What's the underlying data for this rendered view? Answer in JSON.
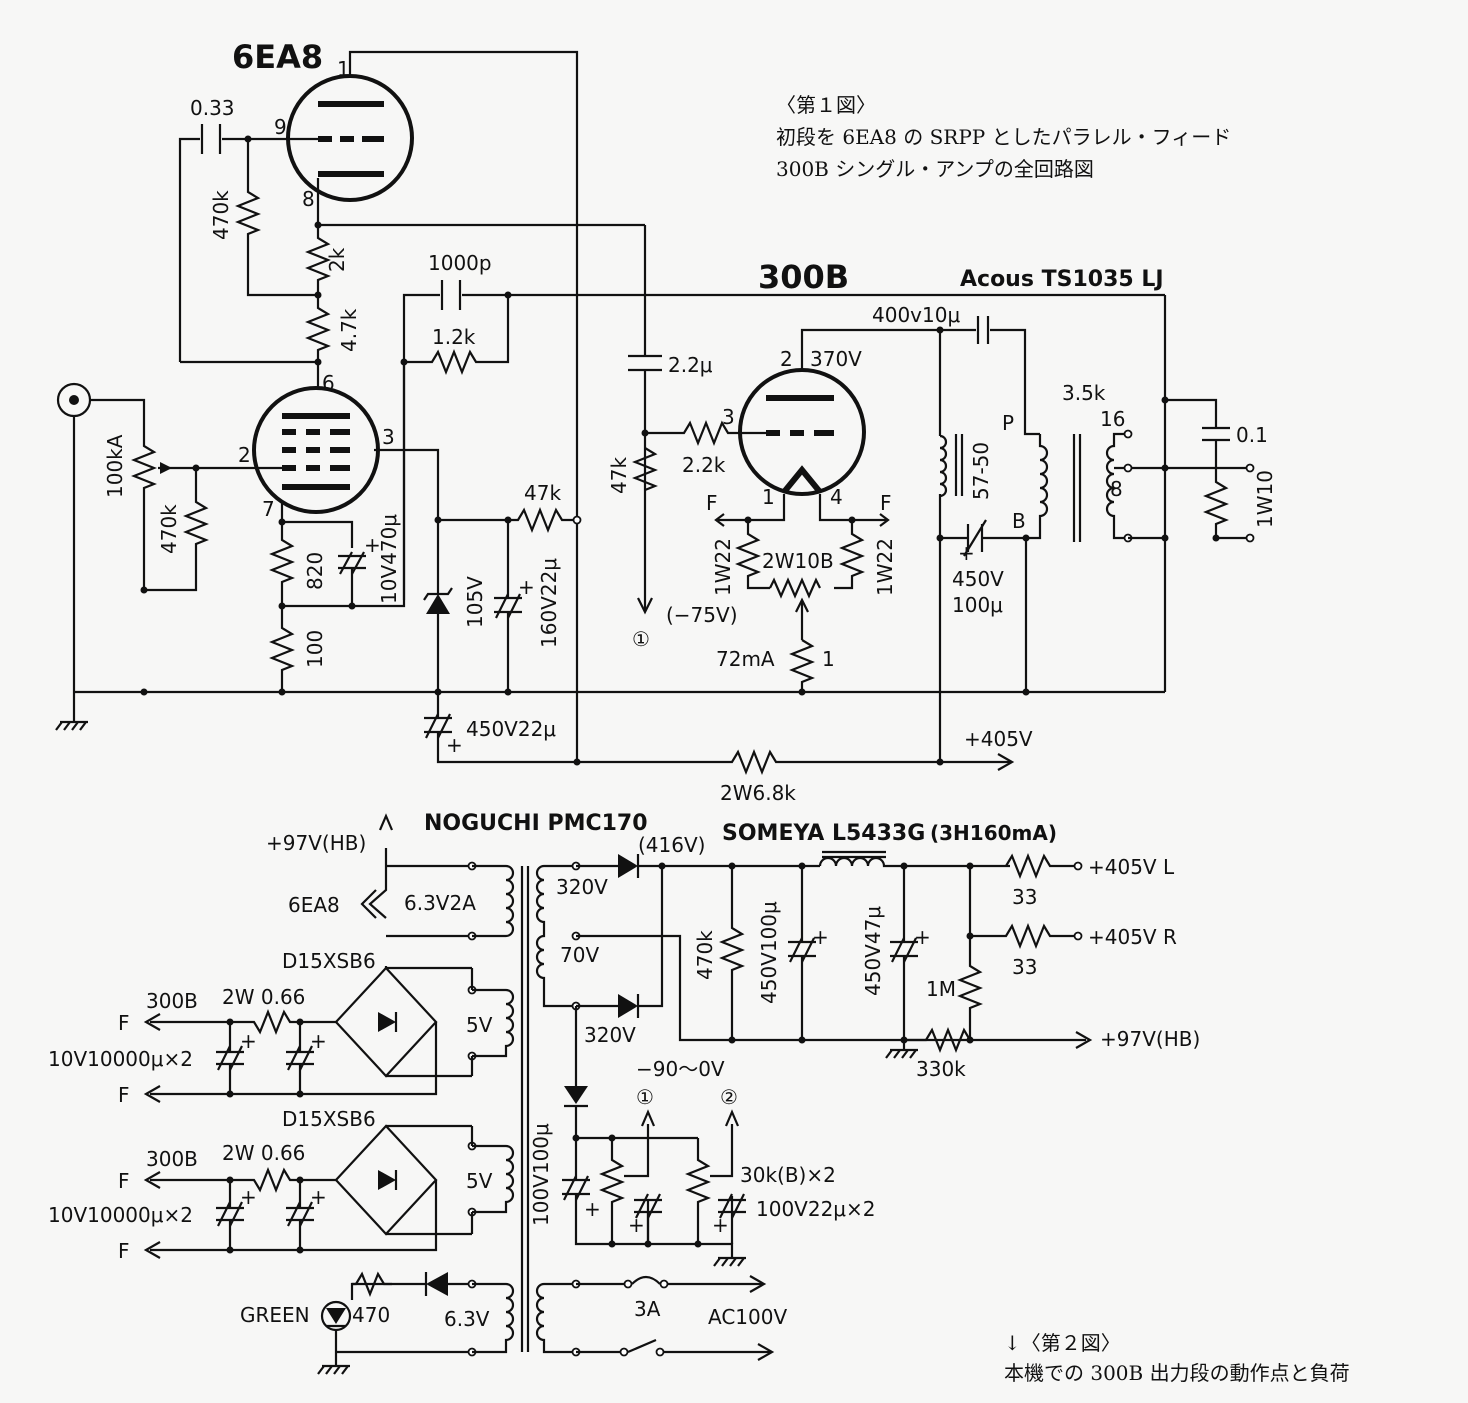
{
  "caption1": {
    "title": "〈第１図〉",
    "line1": "初段を 6EA8 の SRPP としたパラレル・フィード",
    "line2": "300B シングル・アンプの全回路図"
  },
  "caption2": {
    "title": "↓〈第２図〉",
    "line1": "本機での 300B 出力段の動作点と負荷"
  },
  "tubes": {
    "t6ea8": {
      "name": "6EA8",
      "pins": {
        "p1": "1",
        "p9": "9",
        "p8": "8",
        "p6": "6",
        "p2": "2",
        "p3": "3",
        "p7": "7"
      }
    },
    "t300b": {
      "name": "300B",
      "pins": {
        "p2": "2",
        "p3": "3",
        "p1": "1",
        "p4": "4"
      }
    }
  },
  "amp": {
    "c033": "0.33",
    "r470k_a": "470k",
    "r2k": "2k",
    "r47k_b": "4.7k",
    "c1000p": "1000p",
    "r12k": "1.2k",
    "vr100ka": "100kA",
    "r470k_b": "470k",
    "r820": "820",
    "c10v470": "10V470μ",
    "r100": "100",
    "zener105": "105V",
    "c160v22": "160V22μ",
    "r47k_c": "47k",
    "c22u": "2.2μ",
    "r47k_d": "47k",
    "r22k": "2.2k",
    "bias": "(−75V)",
    "node1": "①",
    "v370": "370V",
    "fil_f1": "F",
    "fil_f2": "F",
    "r1w22a": "1W22",
    "r1w22b": "1W22",
    "r2w10b": "2W10B",
    "i72ma": "72mA",
    "r1": "1",
    "c400v10": "400v10μ",
    "choke": "57-50",
    "c450v100_a": "450V",
    "c450v100_b": "100μ",
    "ot_name": "Acous TS1035 LJ",
    "ot_imp": "3.5k",
    "ot_p": "P",
    "ot_b": "B",
    "ot_16": "16",
    "ot_8": "8",
    "c01": "0.1",
    "r1w10": "1W10",
    "c450v22": "450V22μ",
    "r2w68k": "2W6.8k",
    "v405": "+405V"
  },
  "psu": {
    "transformer": "NOGUCHI PMC170",
    "choke": "SOMEYA L5433G",
    "choke_spec": "(3H160mA)",
    "v97hb_top": "+97V(HB)",
    "heater_6ea8": "6EA8",
    "w63v2a": "6.3V2A",
    "w320v_a": "320V",
    "w70v": "70V",
    "w320v_b": "320V",
    "v416": "(416V)",
    "r470k": "470k",
    "c450v100": "450V100μ",
    "c450v47": "450V47μ",
    "r33a": "33",
    "r33b": "33",
    "out_l": "+405V L",
    "out_r": "+405V R",
    "r1m": "1M",
    "r330k": "330k",
    "out_hb": "+97V(HB)",
    "bridge1": "D15XSB6",
    "bridge2": "D15XSB6",
    "fil300b_a": "300B",
    "fil300b_b": "300B",
    "r2w066a": "2W 0.66",
    "r2w066b": "2W 0.66",
    "c10v10000a": "10V10000μ×2",
    "c10v10000b": "10V10000μ×2",
    "w5va": "5V",
    "w5vb": "5V",
    "f_a1": "F",
    "f_a2": "F",
    "f_b1": "F",
    "f_b2": "F",
    "bias_range": "−90〜0V",
    "node1": "①",
    "node2": "②",
    "vr30k": "30k(B)×2",
    "c100v22": "100V22μ×2",
    "c100v100": "100V100μ",
    "led": "GREEN",
    "r470": "470",
    "w63v": "6.3V",
    "fuse": "3A",
    "ac": "AC100V"
  }
}
